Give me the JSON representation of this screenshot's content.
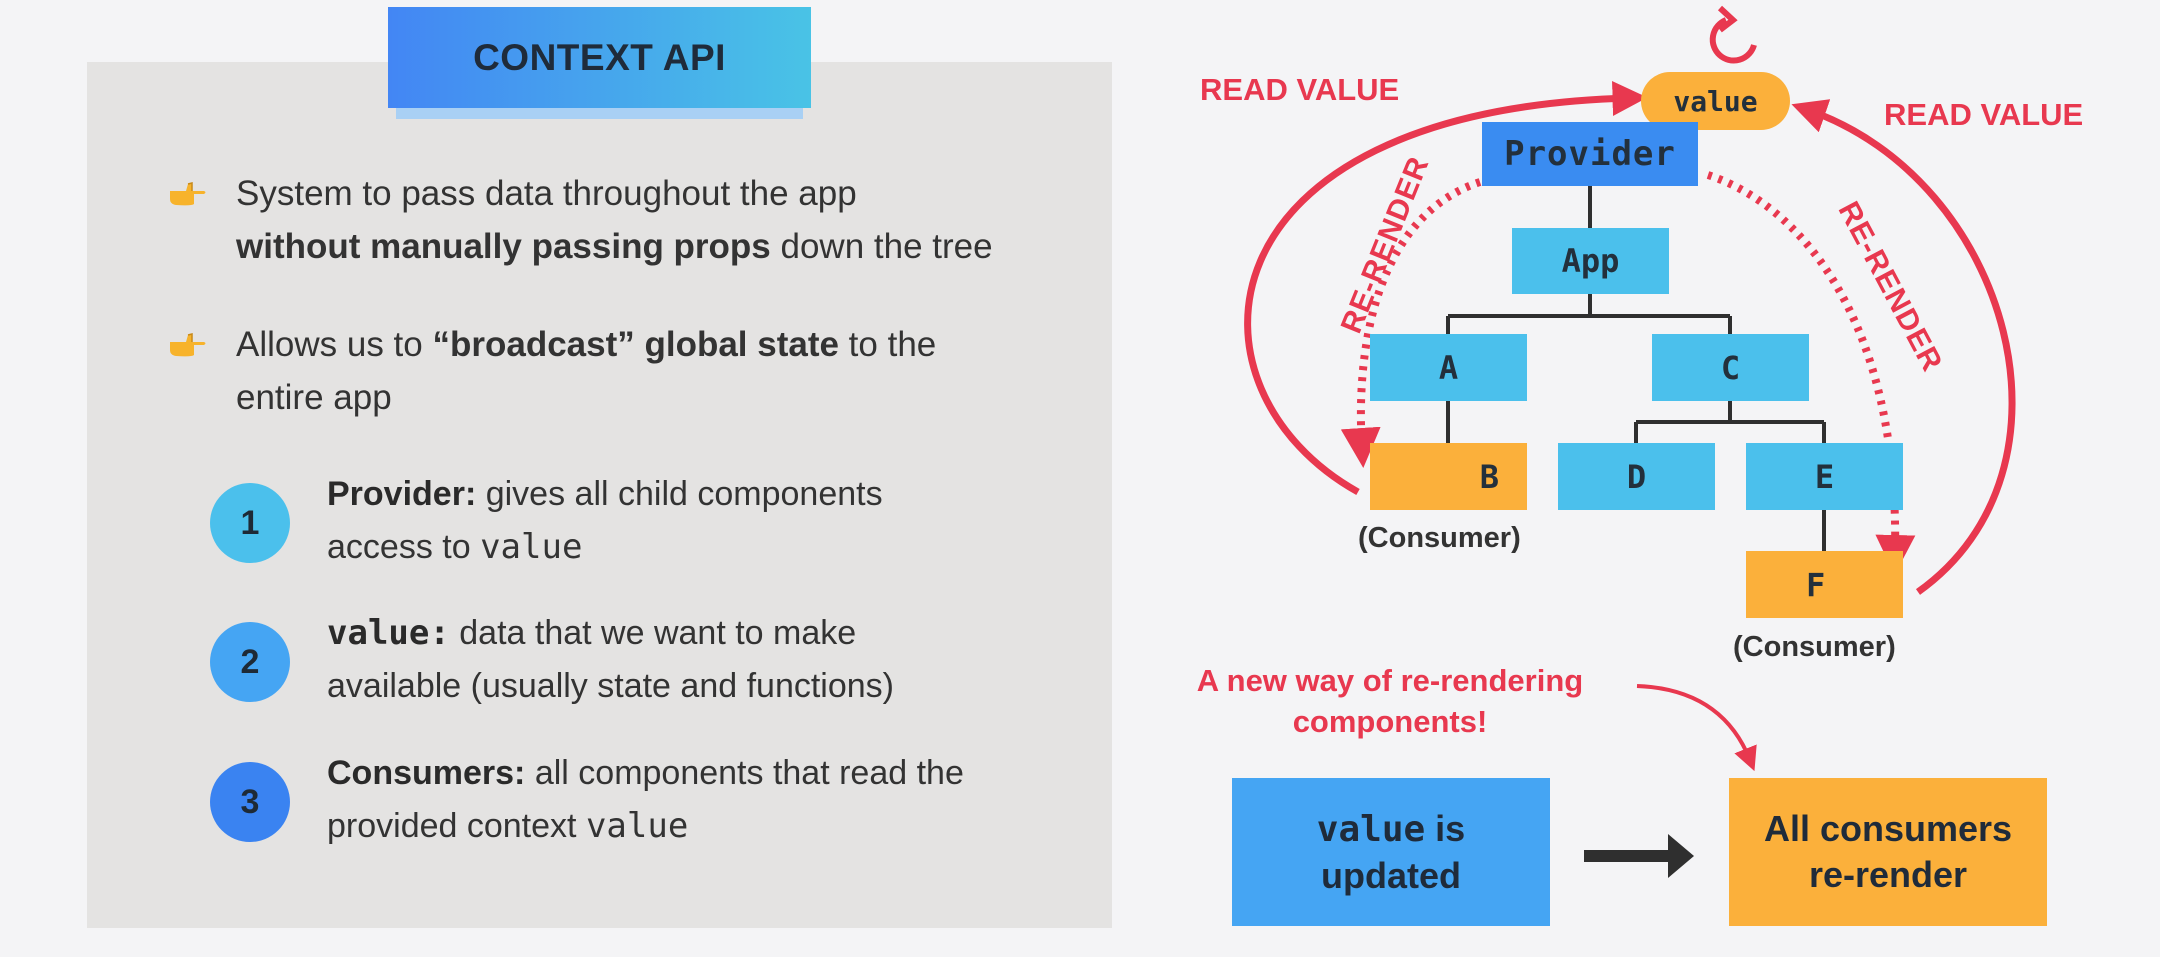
{
  "title": "CONTEXT API",
  "bullets": [
    {
      "line1": "System to pass data throughout the app",
      "line2_bold": "without manually passing props",
      "line2_rest": " down the tree"
    },
    {
      "line1_pre": "Allows us to ",
      "line1_bold": "“broadcast” global state",
      "line1_post": " to the",
      "line2": "entire app"
    }
  ],
  "items": [
    {
      "number": "1",
      "term": "Provider:",
      "line1": " gives all child components",
      "line2_pre": "access to ",
      "line2_code": "value",
      "color": "#4bc0ec"
    },
    {
      "number": "2",
      "term": "value:",
      "line1": " data that we want to make",
      "line2": "available (usually state and functions)",
      "color": "#45a5f3"
    },
    {
      "number": "3",
      "term": "Consumers:",
      "line1": " all components that read the",
      "line2_pre": "provided context ",
      "line2_code": "value",
      "color": "#3a83f1"
    }
  ],
  "diagram": {
    "value_pill": "value",
    "provider": "Provider",
    "nodes": {
      "app": "App",
      "a": "A",
      "b": "B",
      "c": "C",
      "d": "D",
      "e": "E",
      "f": "F"
    },
    "consumer_label": "(Consumer)",
    "read_value": "READ VALUE",
    "re_render": "RE-RENDER",
    "note_line1": "A new way of re-rendering",
    "note_line2": "components!",
    "box_updated_code": "value",
    "box_updated_rest": " is",
    "box_updated_line2": "updated",
    "box_rerender_line1": "All consumers",
    "box_rerender_line2": "re-render"
  },
  "colors": {
    "blue": "#4bc0ec",
    "provider": "#3a8cf1",
    "orange": "#fbb03b",
    "red": "#e8384f"
  }
}
